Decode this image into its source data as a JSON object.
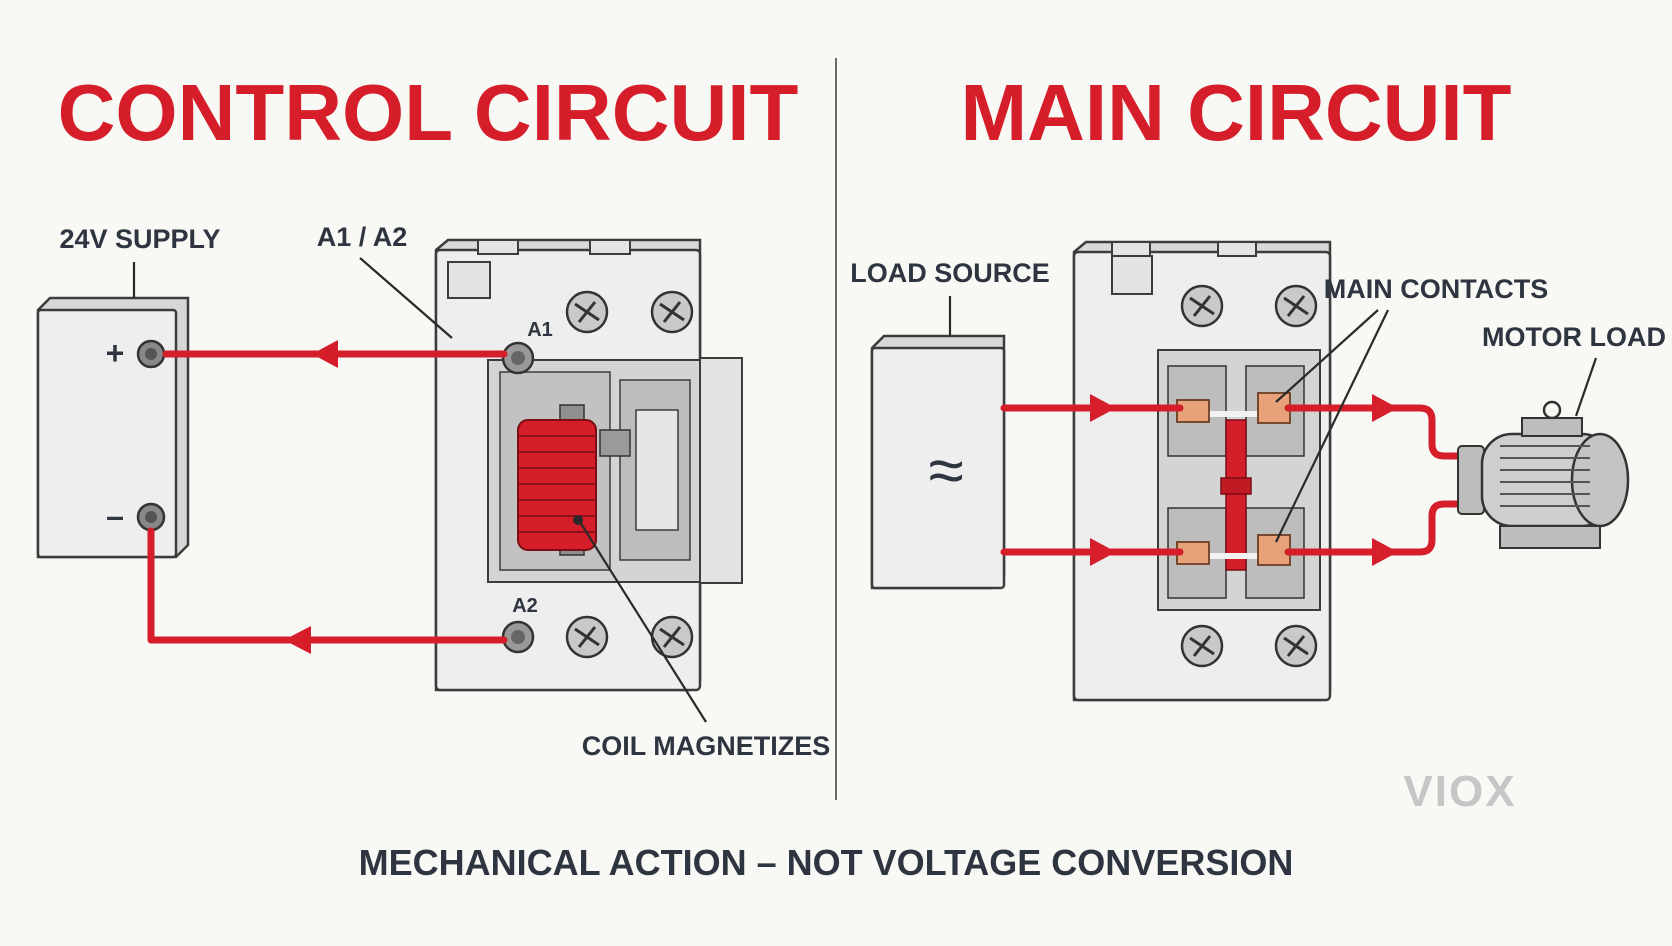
{
  "titles": {
    "left": "CONTROL CIRCUIT",
    "right": "MAIN CIRCUIT"
  },
  "labels": {
    "supply": "24V SUPPLY",
    "a1a2": "A1 / A2",
    "plus": "+",
    "minus": "–",
    "a1": "A1",
    "a2": "A2",
    "coil": "COIL MAGNETIZES",
    "load_source": "LOAD SOURCE",
    "ac_symbol": "≈",
    "main_contacts": "MAIN CONTACTS",
    "motor_load": "MOTOR LOAD"
  },
  "footer": "MECHANICAL ACTION – NOT VOLTAGE CONVERSION",
  "brand": "VIOX",
  "colors": {
    "accent_red": "#d51e2a",
    "text_dark": "#2e3541",
    "background": "#f8f8f5",
    "copper": "#e8a27a",
    "brand_gray": "#c6c6c6"
  }
}
